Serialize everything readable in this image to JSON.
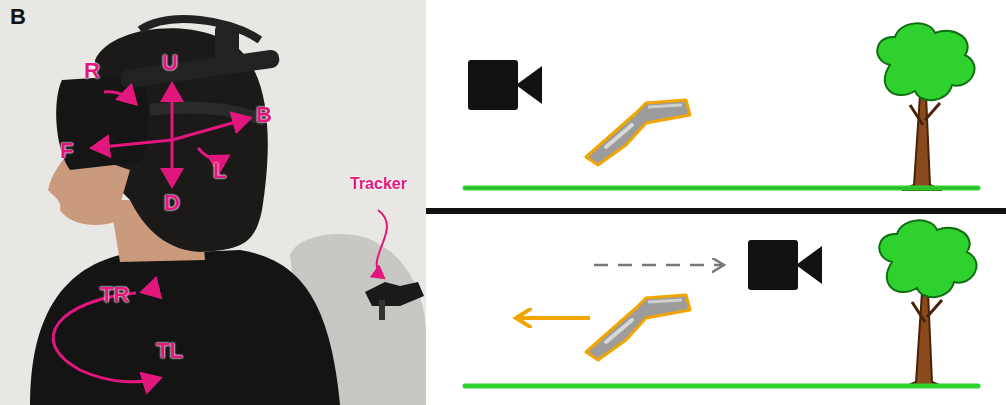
{
  "diagram": {
    "labels": [
      "B",
      "U",
      "R",
      "B",
      "F",
      "L",
      "D",
      "Tracker",
      "TR",
      "TL"
    ]
  }
}
